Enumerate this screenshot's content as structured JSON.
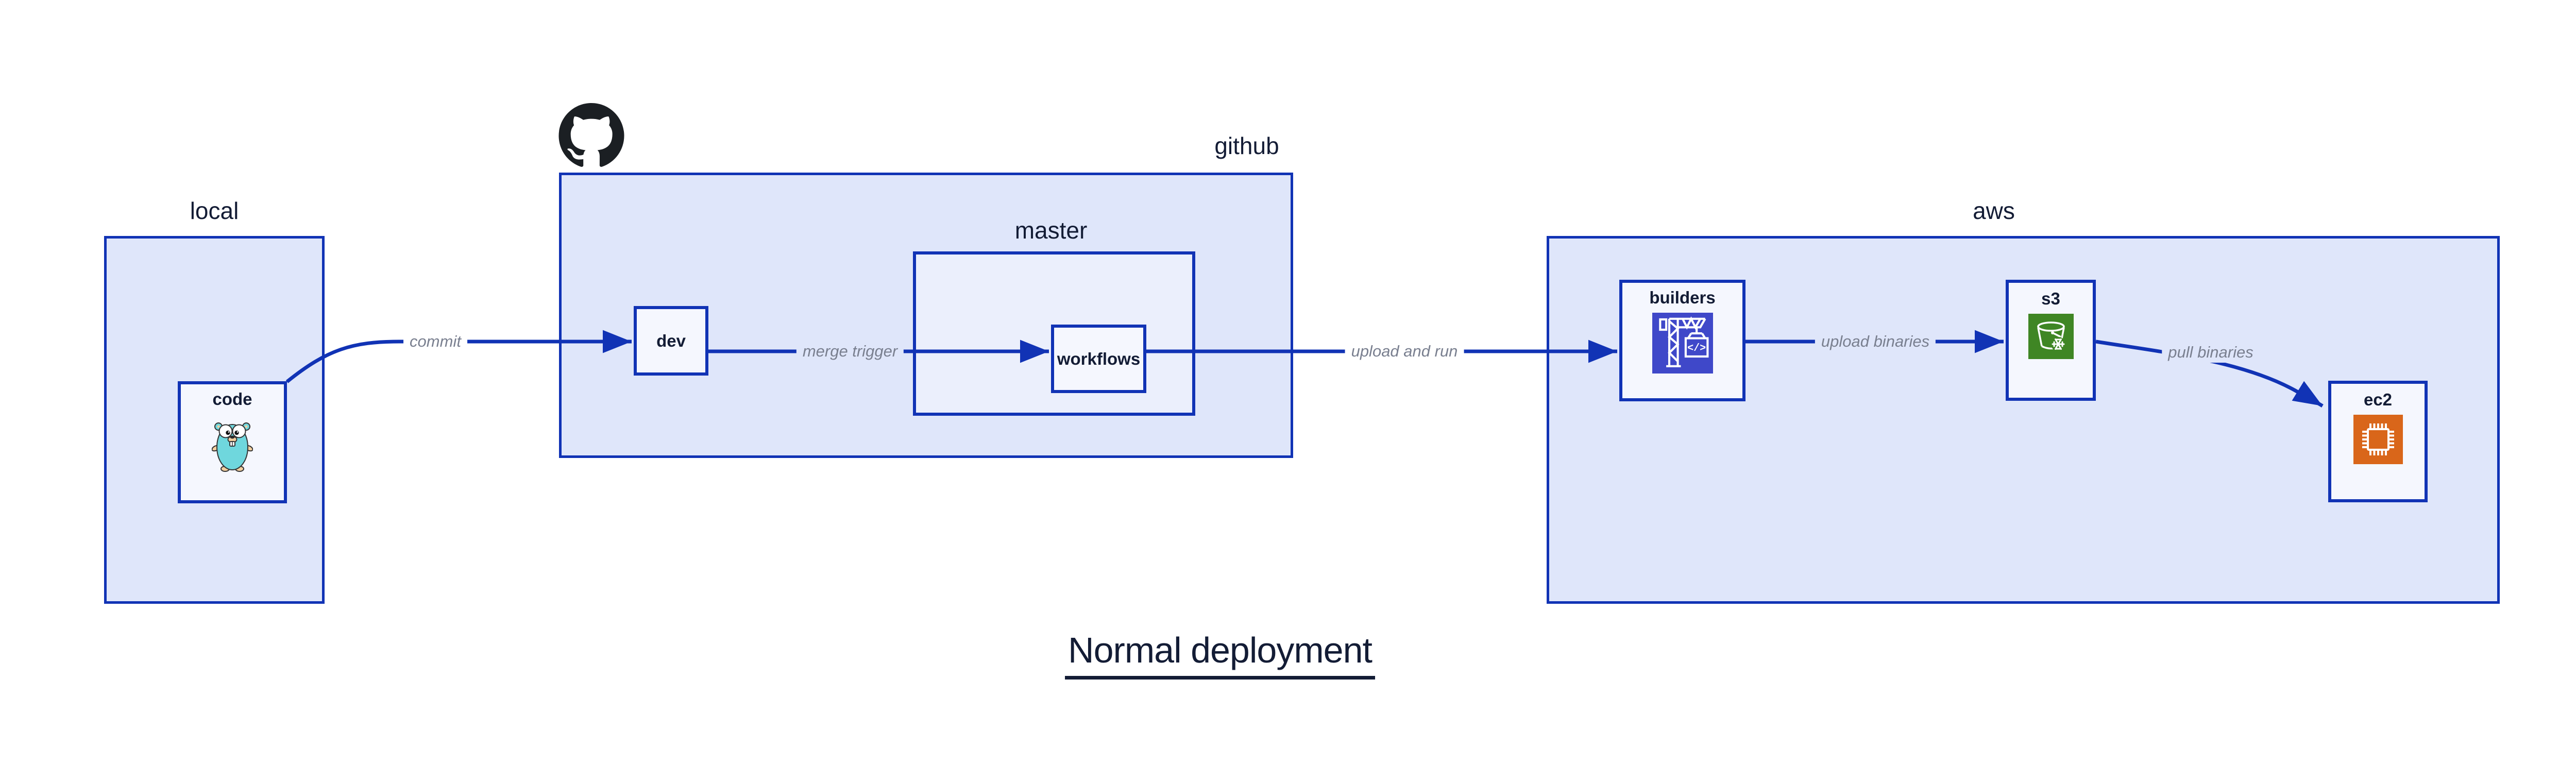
{
  "diagram": {
    "title": "Normal deployment",
    "containers": [
      {
        "id": "local",
        "label": "local"
      },
      {
        "id": "github",
        "label": "github"
      },
      {
        "id": "master",
        "label": "master"
      },
      {
        "id": "aws",
        "label": "aws"
      }
    ],
    "nodes": [
      {
        "id": "code",
        "label": "code",
        "icon": "go-gopher-icon"
      },
      {
        "id": "dev",
        "label": "dev",
        "icon": null
      },
      {
        "id": "workflows",
        "label": "workflows",
        "icon": null
      },
      {
        "id": "builders",
        "label": "builders",
        "icon": "codebuild-crane-icon"
      },
      {
        "id": "s3",
        "label": "s3",
        "icon": "s3-bucket-icon"
      },
      {
        "id": "ec2",
        "label": "ec2",
        "icon": "ec2-chip-icon"
      }
    ],
    "edges": [
      {
        "from": "code",
        "to": "dev",
        "label": "commit"
      },
      {
        "from": "dev",
        "to": "workflows",
        "label": "merge trigger"
      },
      {
        "from": "workflows",
        "to": "builders",
        "label": "upload and run"
      },
      {
        "from": "builders",
        "to": "s3",
        "label": "upload binaries"
      },
      {
        "from": "s3",
        "to": "ec2",
        "label": "pull binaries"
      }
    ],
    "icons": {
      "codebuild_glyph": "</>"
    },
    "colors": {
      "stroke_blue": "#1133b5",
      "container_fill": "#dfe6fa",
      "master_fill": "#ebeffc",
      "node_fill": "#f5f7fe",
      "text_dark": "#131c35",
      "edge_label_gray": "#797f8f",
      "octocat_black": "#1b1f23",
      "builders_icon_bg": "#3f48c9",
      "s3_icon_bg": "#3f8624",
      "ec2_icon_bg": "#d9661a",
      "gopher_teal": "#6fd7dd",
      "gopher_tan": "#f3cf9f"
    }
  }
}
